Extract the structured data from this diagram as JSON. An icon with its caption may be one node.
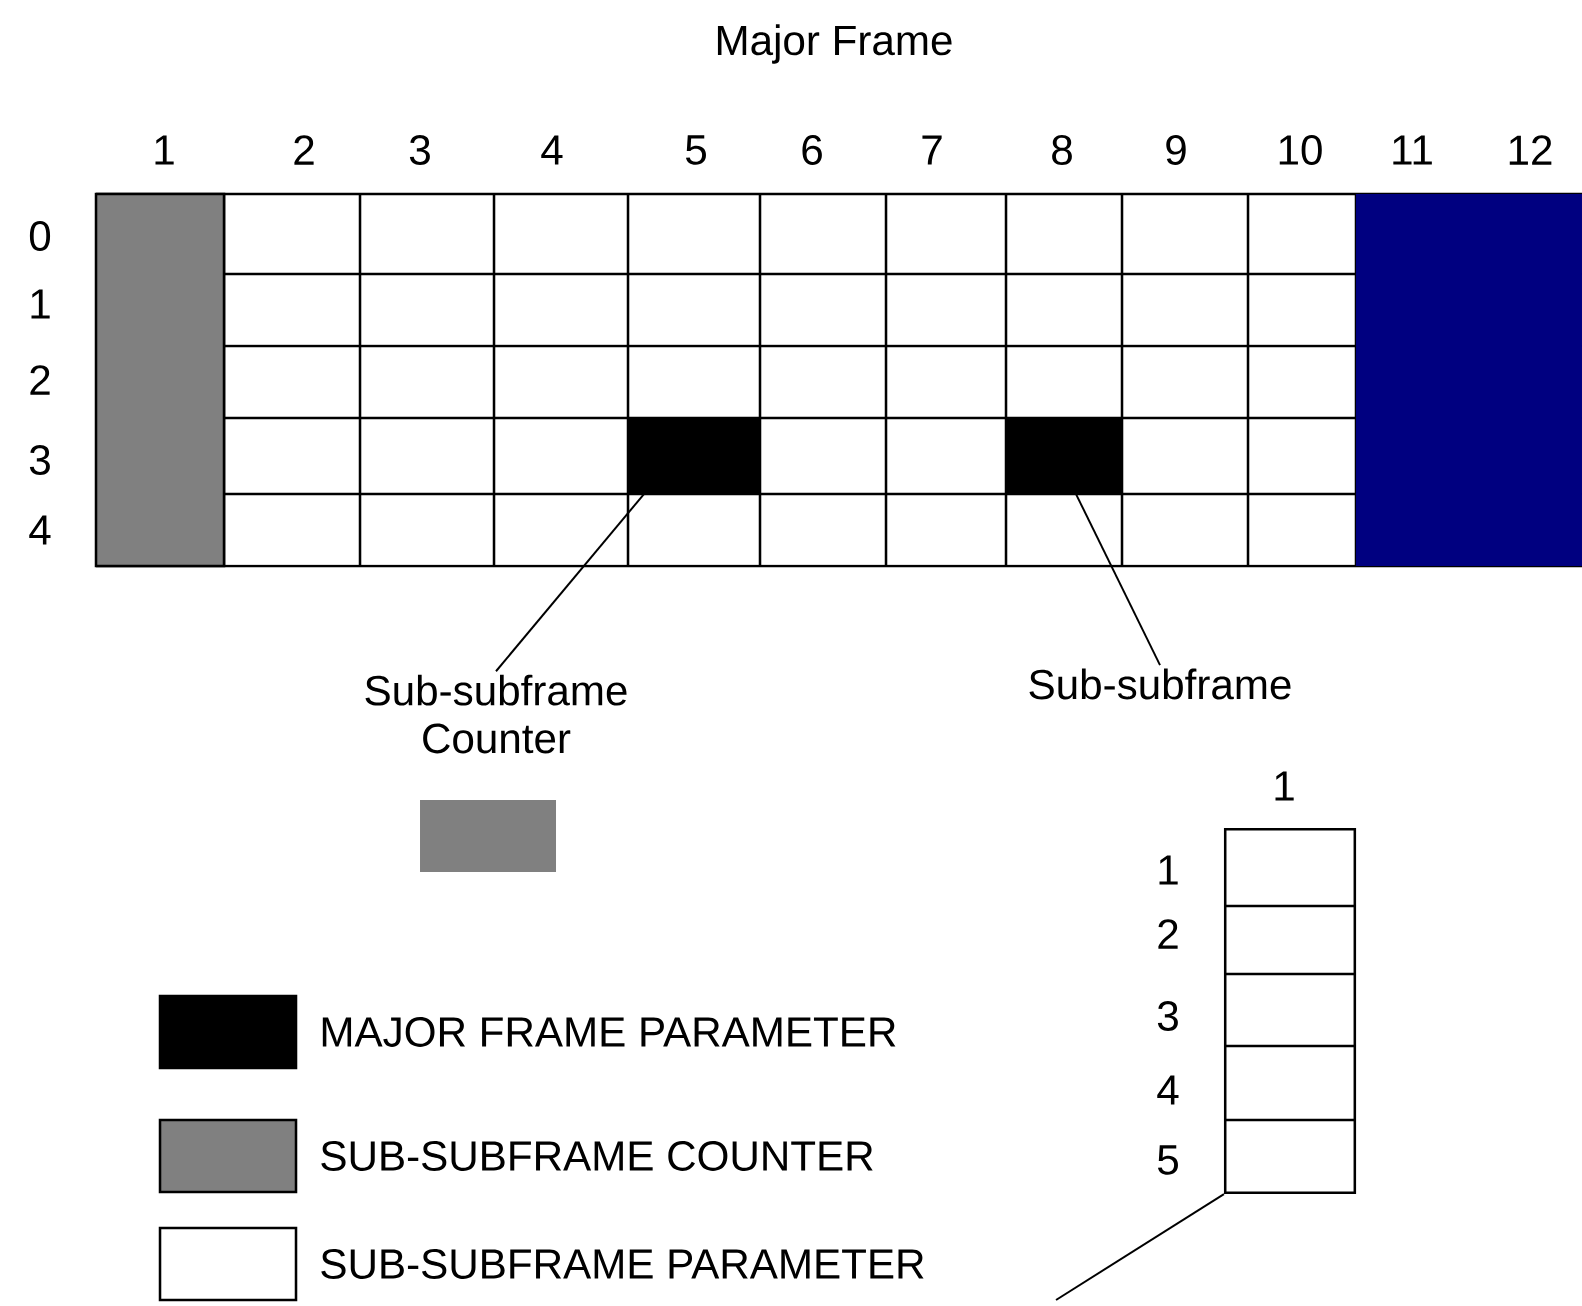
{
  "diagram": {
    "title": "Major Frame",
    "nodes": [
      {
        "text": [
          "Sub-subframe Counter"
        ]
      },
      {
        "text": [
          "Sub-subframe"
        ]
      },
      {
        "text": [],
        "shape": "box"
      },
      {
        "text": [],
        "shape": "box"
      },
      {
        "text": [],
        "shape": "box",
        "beside": [
          "1",
          "1",
          "2",
          "3",
          "4",
          "5"
        ]
      }
    ],
    "edges": [
      {
        "from": 0,
        "to": 2,
        "arrow": "none"
      },
      {
        "from": 1,
        "to": 3,
        "arrow": "none"
      },
      {
        "from": null,
        "to": 4,
        "arrow": "none"
      }
    ],
    "labels": [
      "1",
      "2",
      "3",
      "4",
      "5",
      "6",
      "7",
      "8",
      "9",
      "10",
      "11",
      "12",
      "0",
      "1",
      "2",
      "3",
      "4"
    ],
    "legend": [
      {
        "text": "MAJOR FRAME PARAMETER",
        "color": "#000000"
      },
      {
        "text": "SUB-SUBFRAME COUNTER",
        "color": "#808080"
      },
      {
        "text": "SUB-SUBFRAME PARAMETER",
        "color": "#ffffff"
      }
    ]
  }
}
